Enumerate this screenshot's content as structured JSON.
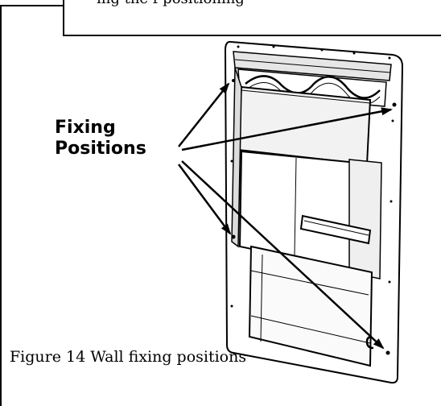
{
  "header_box": {
    "text": "ing the    f      positioning     "
  },
  "diagram": {
    "label_line1": "Fixing",
    "label_line2": "Positions"
  },
  "caption": {
    "text": "Figure 14 Wall fixing positions"
  }
}
